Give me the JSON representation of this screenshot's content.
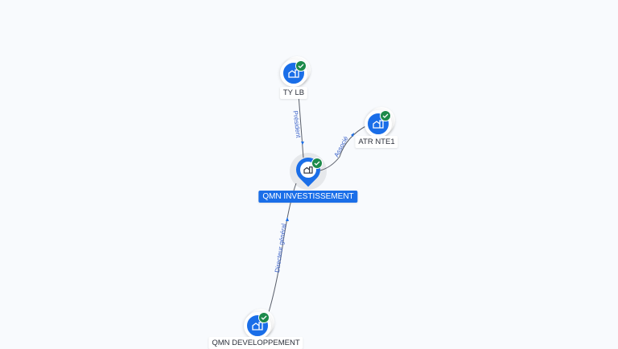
{
  "colors": {
    "background": "#f8fafd",
    "accent": "#1a6ee8",
    "check": "#1d8a4a",
    "edge": "#5a5f6b",
    "edge_label": "#3c63c9"
  },
  "nodes": [
    {
      "id": "ty-lb",
      "label": "TY LB",
      "icon": "building-icon",
      "verified": true
    },
    {
      "id": "atr-nte1",
      "label": "ATR NTE1",
      "icon": "building-icon",
      "verified": true
    },
    {
      "id": "qmn-investissement",
      "label": "QMN INVESTISSEMENT",
      "icon": "building-icon",
      "verified": true,
      "focus": true
    },
    {
      "id": "qmn-developpement",
      "label": "QMN DEVELOPPEMENT",
      "icon": "building-icon",
      "verified": true
    }
  ],
  "edges": [
    {
      "from": "ty-lb",
      "to": "qmn-investissement",
      "label": "Président"
    },
    {
      "from": "atr-nte1",
      "to": "qmn-investissement",
      "label": "Associé"
    },
    {
      "from": "qmn-developpement",
      "to": "qmn-investissement",
      "label": "Directeur général"
    }
  ]
}
